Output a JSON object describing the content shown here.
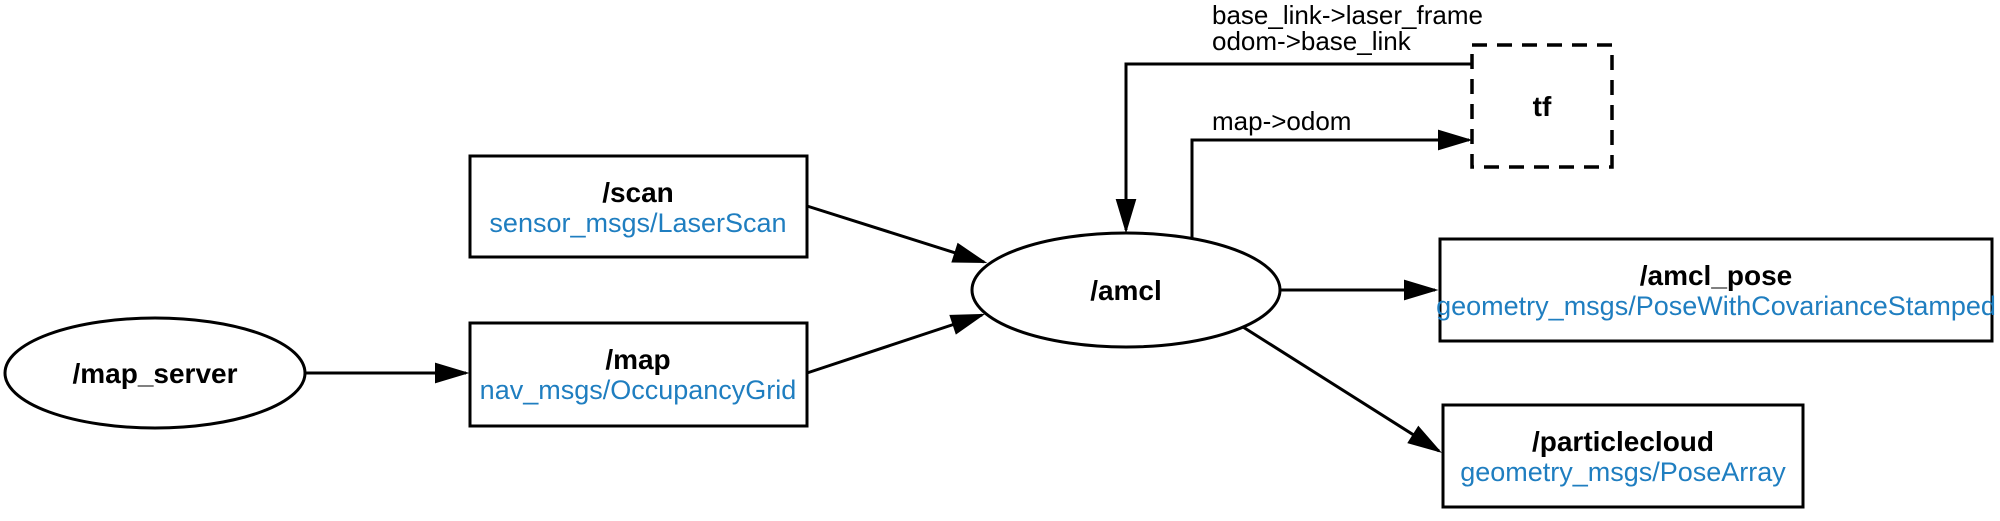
{
  "colors": {
    "accent": "#1f7ec0",
    "line": "#000000",
    "background": "#ffffff"
  },
  "nodes": {
    "map_server": {
      "label": "/map_server"
    },
    "amcl": {
      "label": "/amcl"
    },
    "tf": {
      "label": "tf"
    }
  },
  "topics": {
    "scan": {
      "name": "/scan",
      "type": "sensor_msgs/LaserScan"
    },
    "map": {
      "name": "/map",
      "type": "nav_msgs/OccupancyGrid"
    },
    "amcl_pose": {
      "name": "/amcl_pose",
      "type": "geometry_msgs/PoseWithCovarianceStamped"
    },
    "particlecloud": {
      "name": "/particlecloud",
      "type": "geometry_msgs/PoseArray"
    }
  },
  "transform_labels": {
    "to_amcl_line1": "base_link->laser_frame",
    "to_amcl_line2": "odom->base_link",
    "from_amcl": "map->odom"
  }
}
